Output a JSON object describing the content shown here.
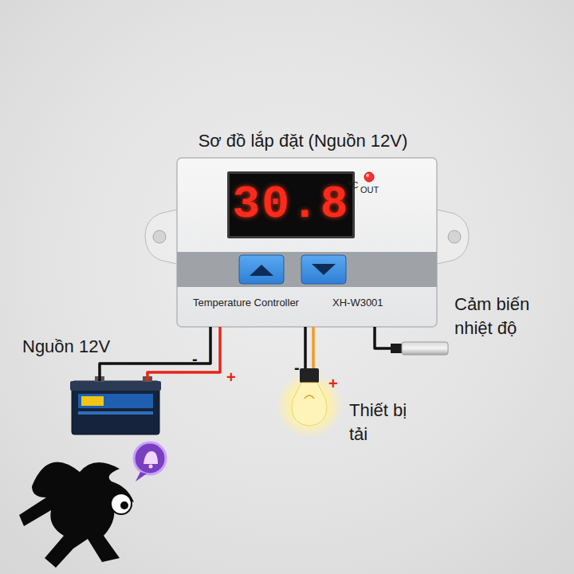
{
  "diagram": {
    "title": "Sơ đồ lắp đặt (Nguồn 12V)",
    "nodes": [
      {
        "text": [
          "Temperature Controller",
          "XH-W3001"
        ]
      },
      {
        "text": [
          "30.8"
        ],
        "in": 0
      },
      {
        "text": [
          "Nguồn 12V"
        ]
      },
      {
        "text": [
          "Thiết bị tải"
        ]
      },
      {
        "text": [
          "Cảm biến nhiệt độ"
        ]
      }
    ],
    "edges": [
      {
        "from": 0,
        "to": 2,
        "arrow": "none"
      },
      {
        "from": 0,
        "to": 2,
        "arrow": "none"
      },
      {
        "from": 0,
        "to": 3,
        "arrow": "none"
      },
      {
        "from": 0,
        "to": 3,
        "arrow": "none"
      },
      {
        "from": 0,
        "to": 4,
        "arrow": "none"
      }
    ],
    "labels": [
      "°C",
      "OUT",
      "-",
      "+",
      "-",
      "+"
    ]
  }
}
